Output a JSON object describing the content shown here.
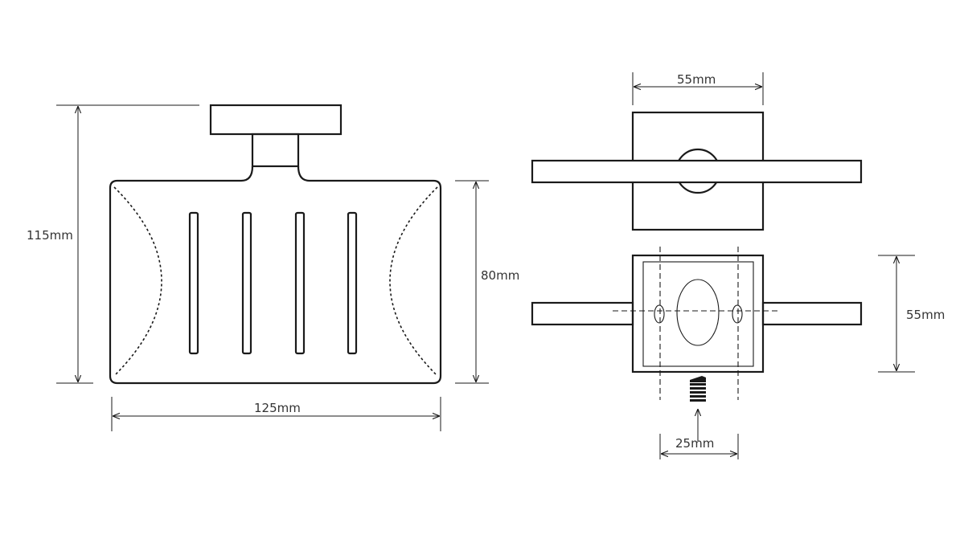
{
  "dimensions": {
    "height_total": "115mm",
    "height_tray": "80mm",
    "width_tray": "125mm",
    "plate_width_top": "55mm",
    "plate_height_side": "55mm",
    "hole_spacing": "25mm"
  },
  "colors": {
    "stroke": "#1a1a1a",
    "text": "#333333",
    "background": "#ffffff"
  }
}
